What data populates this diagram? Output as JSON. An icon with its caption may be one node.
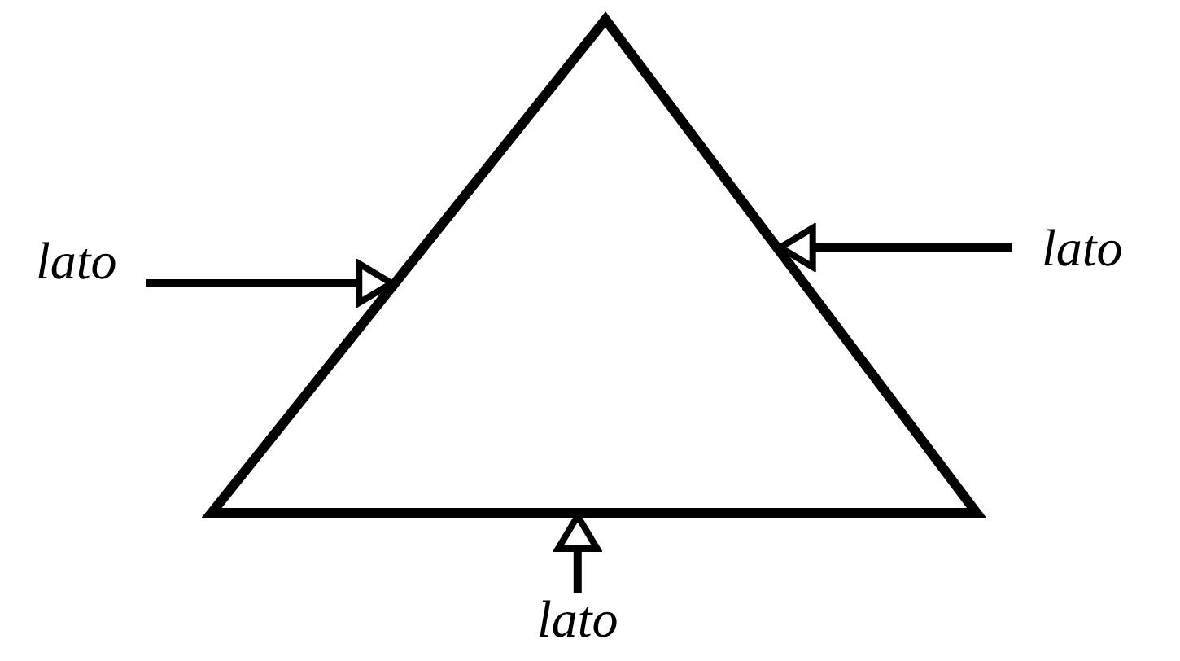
{
  "diagram": {
    "nodes": [
      {
        "text": [],
        "shape": "triangle"
      },
      {
        "text": [
          "lato"
        ]
      },
      {
        "text": [
          "lato"
        ]
      },
      {
        "text": [
          "lato"
        ]
      }
    ],
    "edges": [
      {
        "from": 1,
        "to": 0,
        "arrow": "to"
      },
      {
        "from": 2,
        "to": 0,
        "arrow": "to"
      },
      {
        "from": 3,
        "to": 0,
        "arrow": "to"
      }
    ]
  }
}
